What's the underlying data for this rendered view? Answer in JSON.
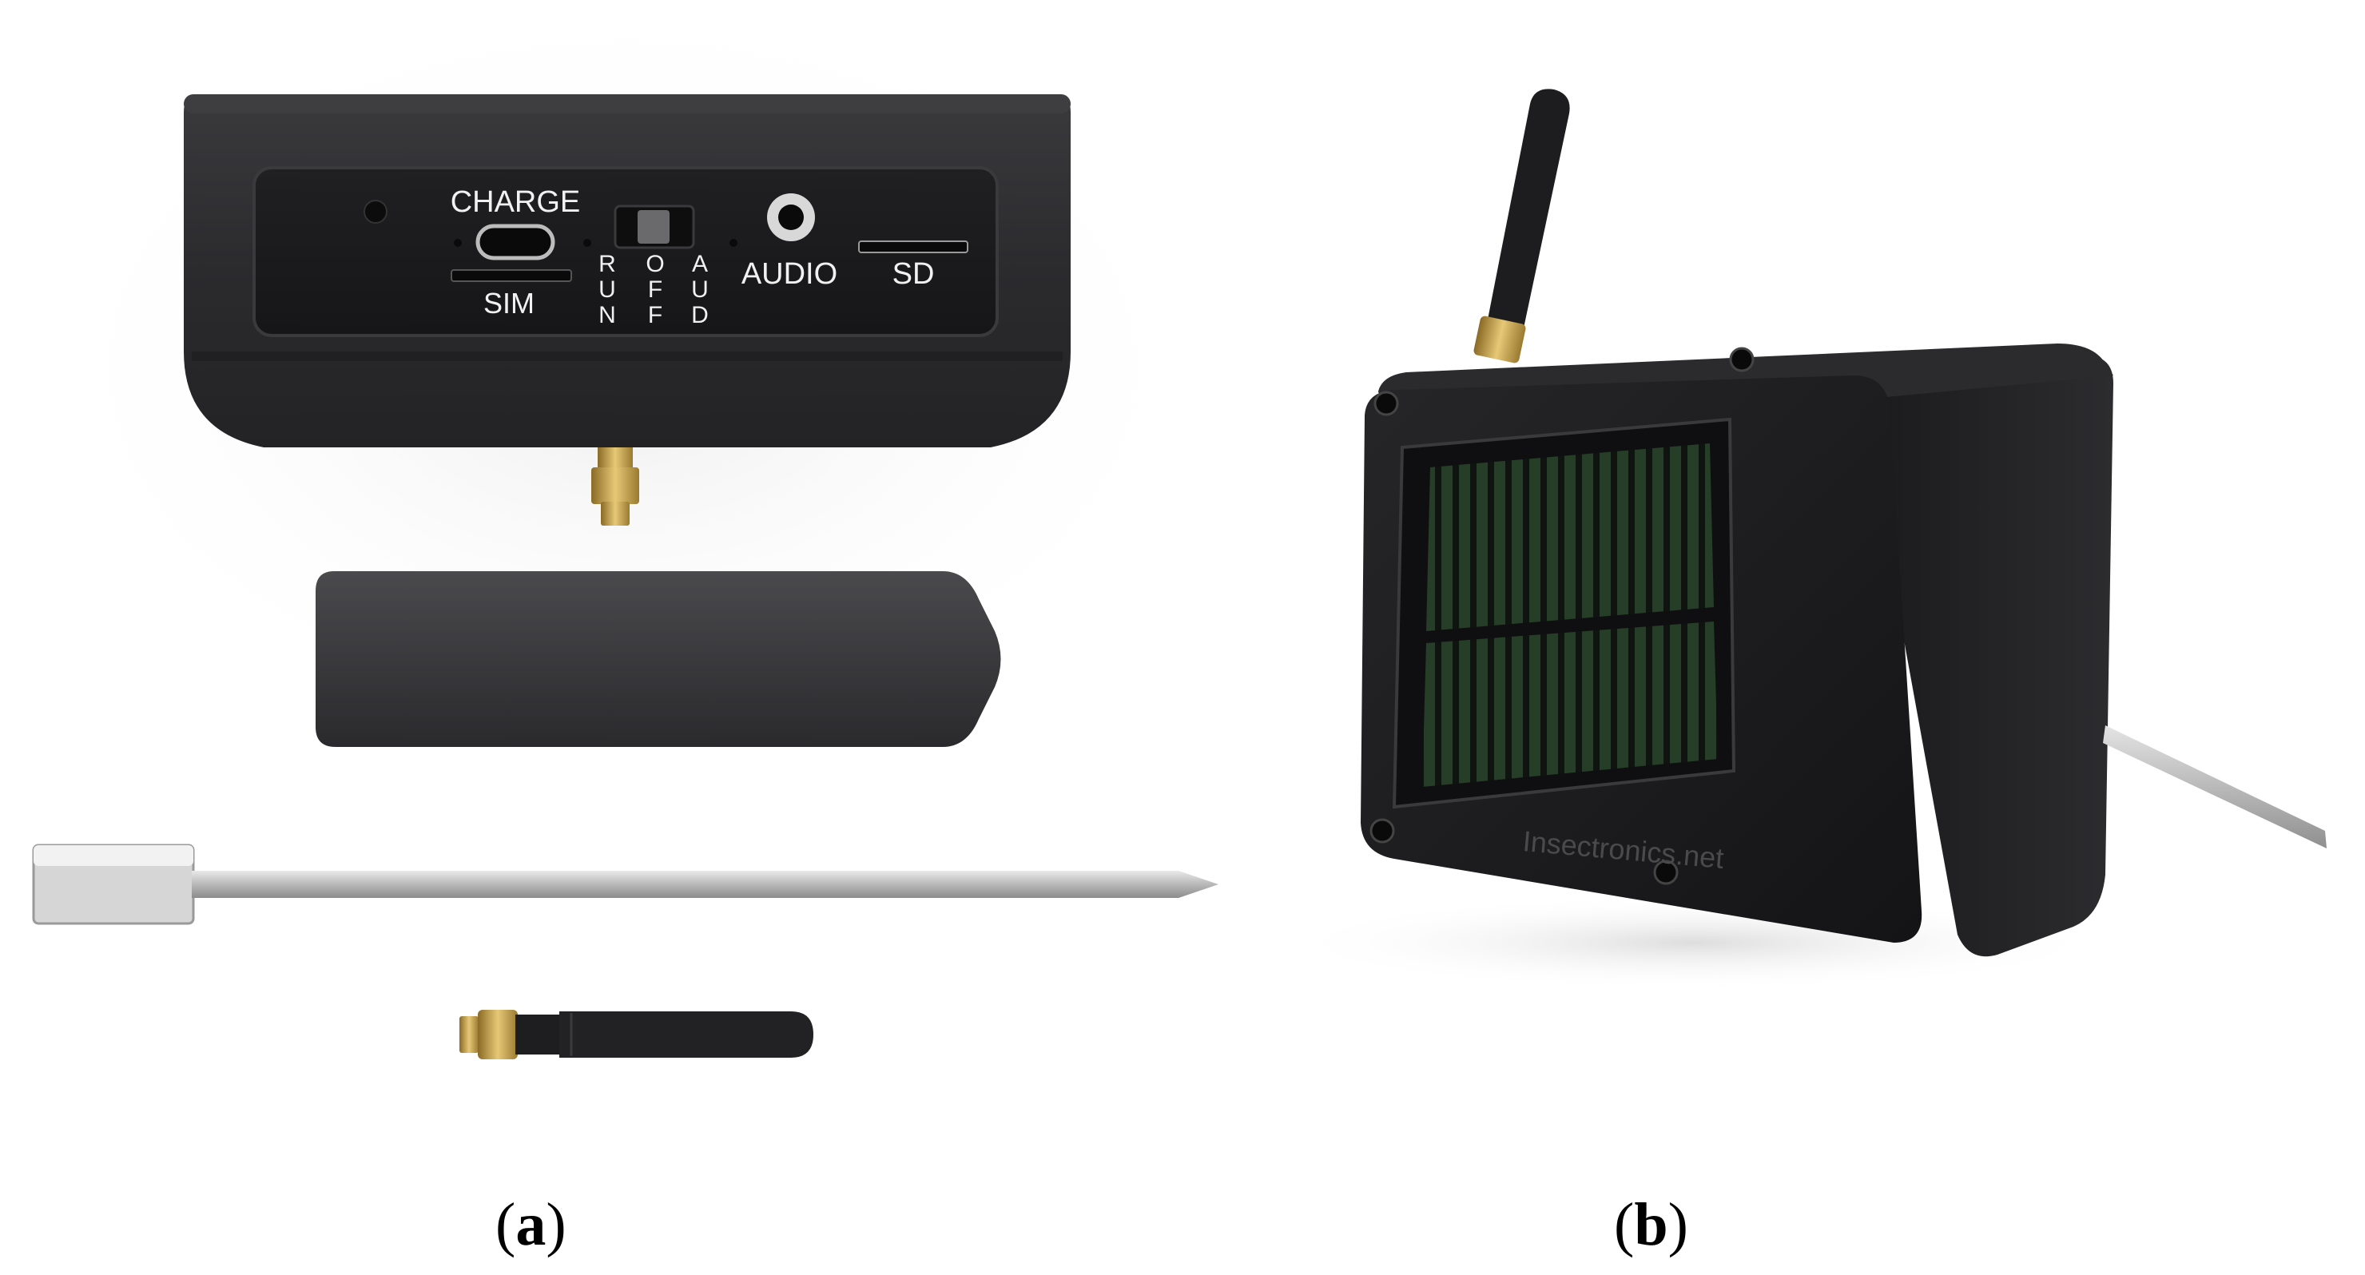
{
  "panel_a": {
    "ports": {
      "charge": "CHARGE",
      "sim": "SIM",
      "audio": "AUDIO",
      "sd": "SD"
    },
    "switch_labels": {
      "run": [
        "R",
        "U",
        "N"
      ],
      "off": [
        "O",
        "F",
        "F"
      ],
      "aud": [
        "A",
        "U",
        "D"
      ]
    },
    "caption": "a"
  },
  "panel_b": {
    "brand_text": "Insectronics.net",
    "caption": "b"
  },
  "colors": {
    "device_body": "#2a2a2c",
    "device_face": "#1c1c1e",
    "gold": "#c9a24a",
    "steel": "#c8c8c8",
    "solar_green": "#3a6b3a"
  }
}
